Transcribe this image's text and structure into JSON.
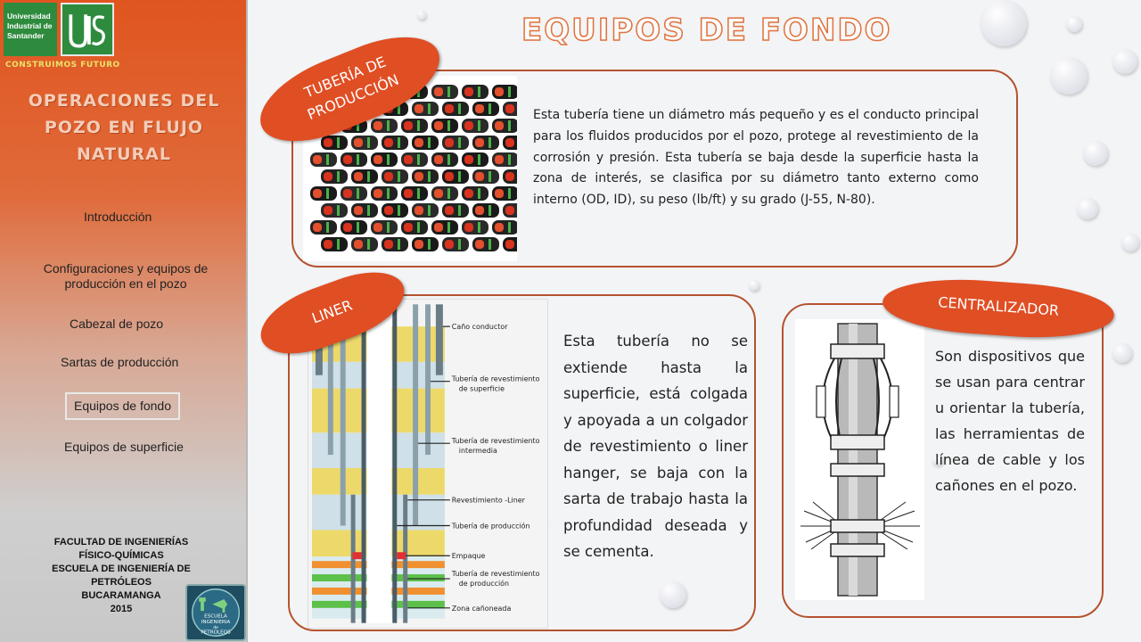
{
  "sidebar": {
    "university_logo_text": "Universidad Industrial de Santander",
    "logo_letters": "UIS",
    "motto": "CONSTRUIMOS FUTURO",
    "title_lines": [
      "OPERACIONES DEL",
      "POZO EN FLUJO",
      "NATURAL"
    ],
    "nav": [
      {
        "label": "Introducción"
      },
      {
        "label": "Configuraciones y equipos de producción en el pozo"
      },
      {
        "label": "Cabezal de pozo"
      },
      {
        "label": "Sartas de producción"
      },
      {
        "label": "Equipos de fondo",
        "active": true
      },
      {
        "label": "Equipos de superficie"
      }
    ],
    "faculty_lines": [
      "FACULTAD DE INGENIERÍAS",
      "FÍSICO-QUÍMICAS",
      "ESCUELA DE INGENIERÍA DE",
      "PETRÓLEOS",
      "BUCARAMANGA",
      "2015"
    ],
    "school_logo_text": [
      "ESCUELA",
      "INGENIERIA",
      "de",
      "PETROLEOS"
    ]
  },
  "main": {
    "title": "EQUIPOS DE FONDO",
    "sections": [
      {
        "tag_lines": [
          "TUBERÍA DE",
          "PRODUCCIÓN"
        ],
        "text": "Esta tubería tiene un diámetro más pequeño y es el conducto principal para los fluidos producidos por el pozo, protege al revestimiento de la corrosión y presión. Esta tubería se baja desde la superficie hasta la zona de interés, se clasifica por su diámetro tanto externo como interno (OD, ID), su peso (lb/ft) y su grado (J-55, N-80)."
      },
      {
        "tag": "LINER",
        "text": "Esta tubería no se extiende hasta la superficie, está colgada y apoyada a un colgador de revestimiento o liner hanger, se baja con la sarta de trabajo hasta la profundidad deseada y se cementa."
      },
      {
        "tag": "CENTRALIZADOR",
        "text": "Son dispositivos que se usan para centrar u orientar la tubería, las herramientas de línea de cable y los cañones en el pozo."
      }
    ],
    "well_diagram_labels": [
      "Caño conductor",
      "Tubería de revestimiento",
      "de superficie",
      "Tubería de revestimiento",
      "intermedia",
      "Revestimiento -Liner",
      "Tubería de producción",
      "Empaque",
      "Tubería de revestimiento",
      "de producción",
      "Zona cañoneada"
    ]
  },
  "colors": {
    "accent": "#e04e24",
    "card_border": "#b5532f",
    "sidebar_top": "#e0551f",
    "sidebar_bottom": "#c8c8c8"
  }
}
